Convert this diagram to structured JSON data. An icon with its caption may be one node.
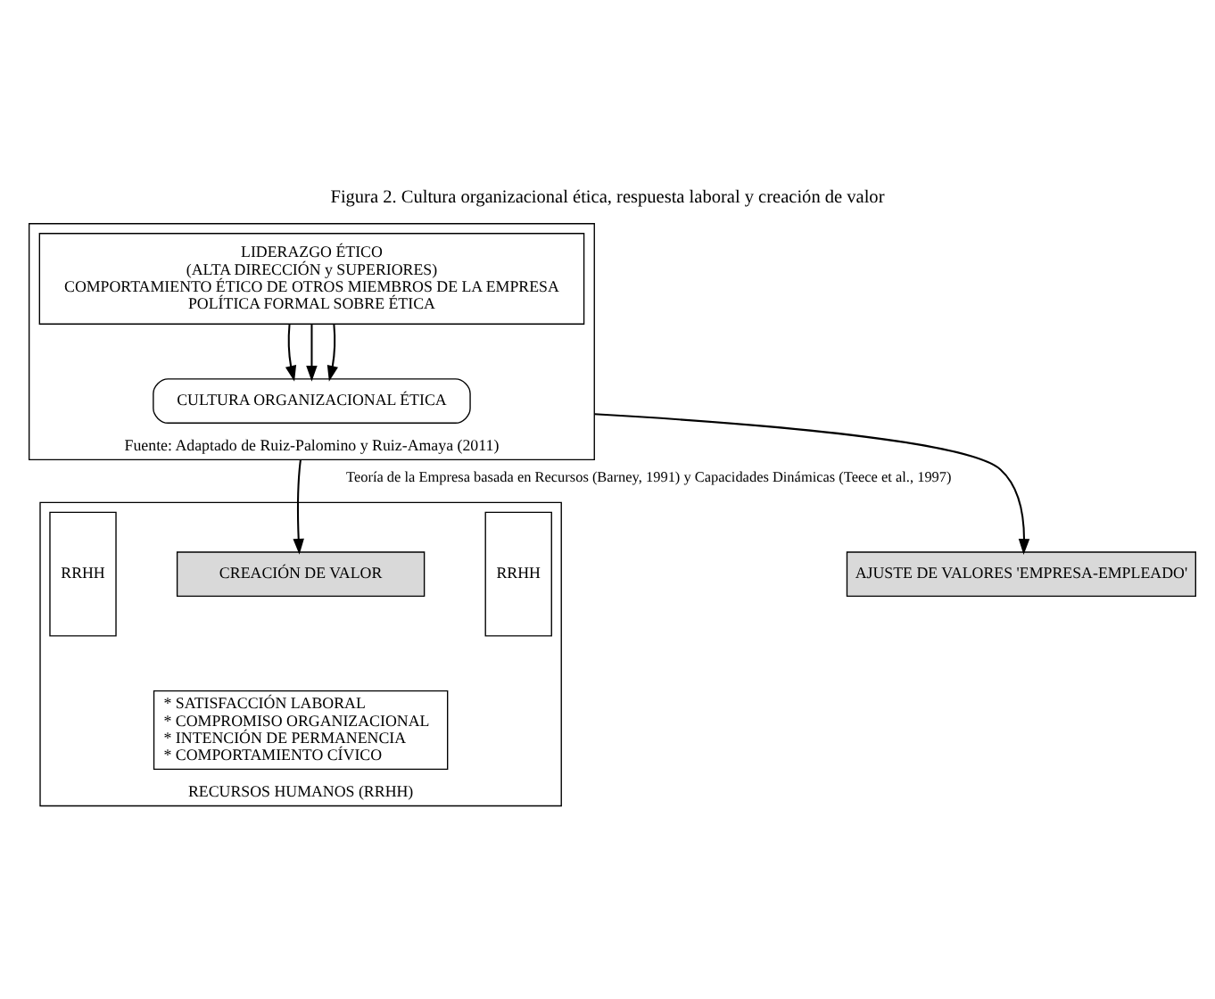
{
  "diagram": {
    "title": "Figura 2. Cultura organizacional ética, respuesta laboral y creación de valor",
    "nodes": [
      {
        "text": [
          "Fuente: Adaptado de Ruiz-Palomino y Ruiz-Amaya (2011)"
        ]
      },
      {
        "text": [
          "LIDERAZGO ÉTICO",
          "(ALTA DIRECCIÓN y SUPERIORES)",
          "COMPORTAMIENTO ÉTICO DE OTROS MIEMBROS DE LA EMPRESA",
          "POLÍTICA FORMAL SOBRE ÉTICA"
        ],
        "in": 0
      },
      {
        "text": [
          "CULTURA ORGANIZACIONAL ÉTICA"
        ],
        "in": 0
      },
      {
        "text": [
          "RECURSOS HUMANOS (RRHH)"
        ]
      },
      {
        "text": [
          "RRHH"
        ],
        "in": 3
      },
      {
        "text": [
          "CREACIÓN DE VALOR"
        ],
        "in": 3
      },
      {
        "text": [
          "* SATISFACCIÓN LABORAL",
          "* COMPROMISO ORGANIZACIONAL",
          "* INTENCIÓN DE PERMANENCIA",
          "* COMPORTAMIENTO CÍVICO"
        ],
        "in": 3
      },
      {
        "text": [
          "RRHH"
        ],
        "in": 3
      },
      {
        "text": [
          "AJUSTE DE VALORES 'EMPRESA-EMPLEADO'"
        ]
      }
    ],
    "edges": [
      {
        "from": 1,
        "to": 2,
        "arrow": "to"
      },
      {
        "from": 1,
        "to": 2,
        "arrow": "to"
      },
      {
        "from": 1,
        "to": 2,
        "arrow": "to"
      },
      {
        "from": 0,
        "to": 5,
        "arrow": "to",
        "label": "Teoría de la Empresa basada en Recursos (Barney, 1991) y Capacidades Dinámicas (Teece et al., 1997)"
      },
      {
        "from": 0,
        "to": 8,
        "arrow": "to"
      }
    ]
  }
}
